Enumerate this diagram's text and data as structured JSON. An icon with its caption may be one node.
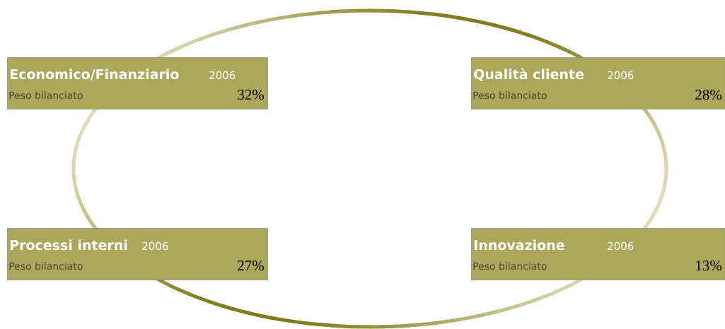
{
  "diagram": {
    "nodes": [
      {
        "text": [
          "Economico/Finanziario",
          "2006",
          "Peso bilanciato",
          "32%"
        ]
      },
      {
        "text": [
          "Qualità cliente",
          "2006",
          "Peso bilanciato",
          "28%"
        ]
      },
      {
        "text": [
          "Processi interni",
          "2006",
          "Peso bilanciato",
          "27%"
        ]
      },
      {
        "text": [
          "Innovazione",
          "2006",
          "Peso bilanciato",
          "13%"
        ]
      }
    ]
  }
}
